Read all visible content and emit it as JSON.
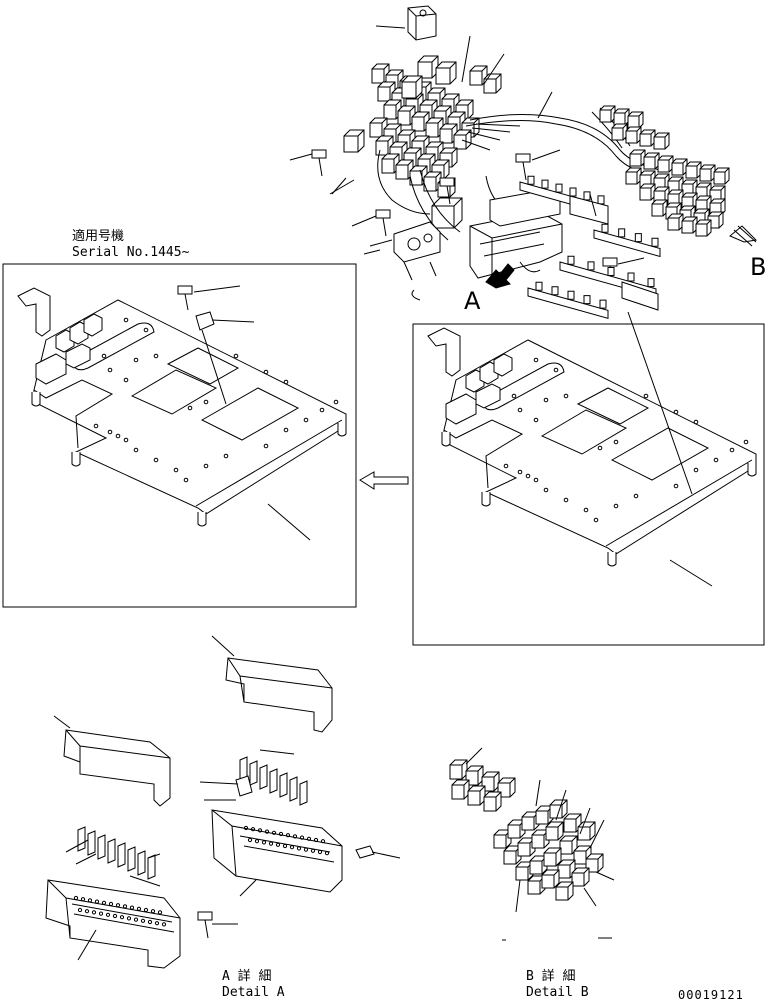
{
  "serial": {
    "jp": "適用号機",
    "en": "Serial No.1445~"
  },
  "views": {
    "label_a": "A",
    "label_b": "B"
  },
  "detail_a": {
    "jp": "A 詳 細",
    "en": "Detail A"
  },
  "detail_b": {
    "jp": "B 詳 細",
    "en": "Detail B"
  },
  "drawing_number": "00019121"
}
